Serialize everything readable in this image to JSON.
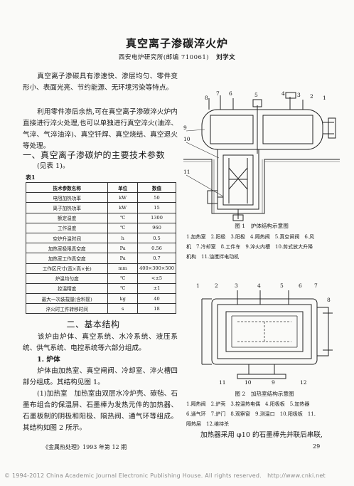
{
  "article": {
    "title": "真空离子渗碳淬火炉",
    "affiliation": "西安电炉研究所(邮编 710061)",
    "author": "刘学文"
  },
  "intro_paragraphs": [
    "真空离子渗碳具有渗速快、渗层均匀、零件变形小、表面光亮、节约能源、无环境污染等特点。",
    "利用零件渗后余热,可在真空离子渗碳淬火炉内直接进行淬火处理,也可以单独进行真空淬火(油淬、气淬、气淬油淬)、真空钎焊、真空烧结、真空退火等处理。"
  ],
  "section1": {
    "heading": "一、真空离子渗碳炉的主要技术参数",
    "note": "(见表 1)。",
    "table_caption": "表1",
    "columns": [
      "技术参数名称",
      "单位",
      "数值"
    ],
    "rows": [
      [
        "电阻加热功率",
        "kW",
        "50"
      ],
      [
        "离子加热功率",
        "kW",
        "15"
      ],
      [
        "额定温度",
        "℃",
        "1300"
      ],
      [
        "工作温度",
        "℃",
        "960"
      ],
      [
        "空炉升温时间",
        "h",
        "0.5"
      ],
      [
        "加热室极限真空度",
        "Pa",
        "0.56"
      ],
      [
        "加热室工作真空度",
        "Pa",
        "0.7"
      ],
      [
        "工作区尺寸(宽×高×长)",
        "mm",
        "400×300×500"
      ],
      [
        "炉温均匀度",
        "℃",
        "<±5"
      ],
      [
        "控温精度",
        "℃",
        "±1"
      ],
      [
        "最大一次装载量(含料筐)",
        "kg",
        "40"
      ],
      [
        "淬火时工件转移时间",
        "s",
        "18"
      ]
    ]
  },
  "section2": {
    "heading": "二、基本结构",
    "paragraphs": [
      "该炉由炉体、真空系统、水冷系统、液压系统、供气系统、电控系统等六部分组成。",
      "1. 炉体",
      "炉体由加热室、真空闸阀、冷却室、淬火槽四部分组成。其结构见图 1。",
      "(1)加热室　加热室由双层水冷炉壳、碳毡、石墨布组合的保温屏、石墨棒为发热元件的加热器、石墨板制的阴极和阳极、隔热阀、通气环等组成。其结构如图 2 所示。"
    ]
  },
  "figure1": {
    "labels": [
      "8",
      "7",
      "6",
      "5",
      "4",
      "3",
      "2",
      "1",
      "9",
      "10",
      "11"
    ],
    "caption": "图 1　炉体结构示意图",
    "legend": [
      "1.加热室　2.阳极　3.阳极　4.隔热阀　5.真空闸阀　6.风",
      "机　7.冷却室　8.工件车　9.淬火内槽　10.剪式放大升降",
      "机构　11.油搅拌电动机"
    ]
  },
  "figure2": {
    "labels": [
      "1",
      "2",
      "3",
      "4",
      "5",
      "6",
      "7",
      "8",
      "11",
      "10",
      "9",
      "12"
    ],
    "caption": "图 2　加热室结构示意图",
    "legend": [
      "1.隔热阀　2.炉壳　3.控温热电偶　4.阳极板　5.加热器",
      "6.通气环　7.炉门　8.观察窗　9.测温口　10.阳极板　11.",
      "隔热层　12.维持杀"
    ]
  },
  "continuation": "加热器采用 φ10 的石墨棒先并联后串联,",
  "footer": {
    "journal": "《金属热处理》1993 年第 12 期",
    "page": "29"
  },
  "copyright": "© 1994-2012 China Academic Journal Electronic Publishing House. All rights reserved.　http://www.cnki.net"
}
